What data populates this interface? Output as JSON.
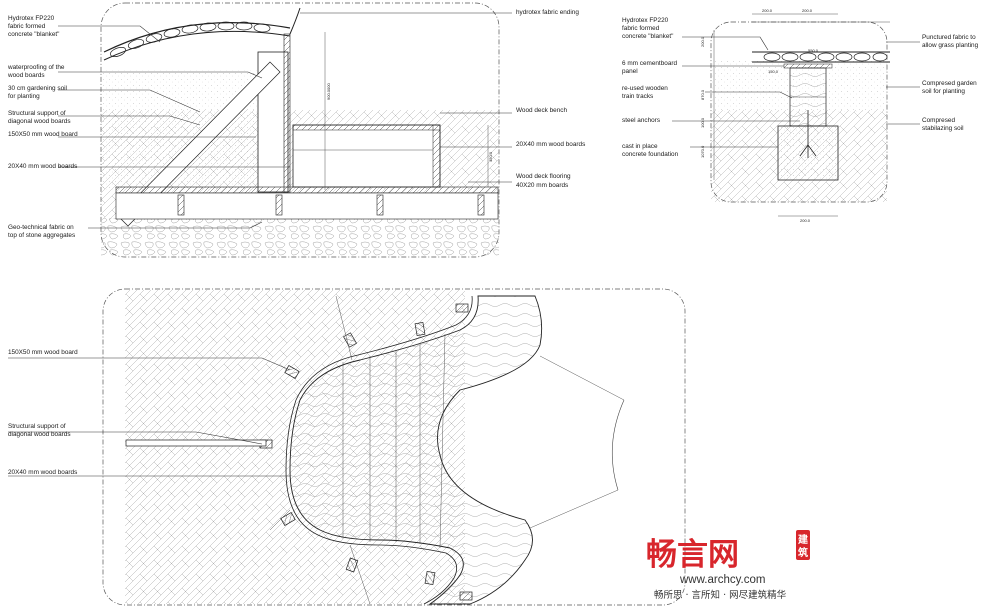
{
  "section_left": {
    "labels_left": [
      "Hydrotex FP220",
      "fabric formed",
      "concrete \"blanket\"",
      "waterproofing of the",
      "wood boards",
      "30 cm gardening soil",
      "for planting",
      "Structural support of",
      "diagonal wood boards",
      "150X50 mm wood board",
      "20X40 mm wood boards",
      "Geo-technical fabric on",
      "top of stone aggregates"
    ],
    "labels_right": [
      "hydrotex fabric ending",
      "Wood deck bench",
      "20X40 mm wood boards",
      "Wood deck flooring",
      "40X20 mm boards"
    ],
    "dimensions": [
      "900.0000",
      "450.0"
    ]
  },
  "section_right": {
    "labels_left": [
      "Hydrotex FP220",
      "fabric formed",
      "concrete \"blanket\"",
      "6 mm cementboard",
      "panel",
      "re-used wooden",
      "train tracks",
      "steel anchors",
      "cast in place",
      "concrete foundation"
    ],
    "labels_right": [
      "Punctured fabric to",
      "allow grass planting",
      "Compresed garden",
      "soil for planting",
      "Compresed",
      "stabilazing soil"
    ],
    "dimensions": [
      "200.0",
      "200.0",
      "550.0",
      "150.0",
      "200.0",
      "870.0",
      "100.0",
      "1070.0",
      "200.0"
    ]
  },
  "plan": {
    "labels_left": [
      "150X50 mm wood board",
      "Structural support of",
      "diagonal wood boards",
      "20X40 mm wood boards"
    ]
  },
  "watermark": {
    "brand": "畅言网",
    "side_top": "建",
    "side_bottom": "筑",
    "url": "www.archcy.com",
    "slogan": "畅所思 · 言所知 · 网尽建筑精华"
  },
  "colors": {
    "line": "#333333",
    "brand_red": "#d8262c"
  }
}
